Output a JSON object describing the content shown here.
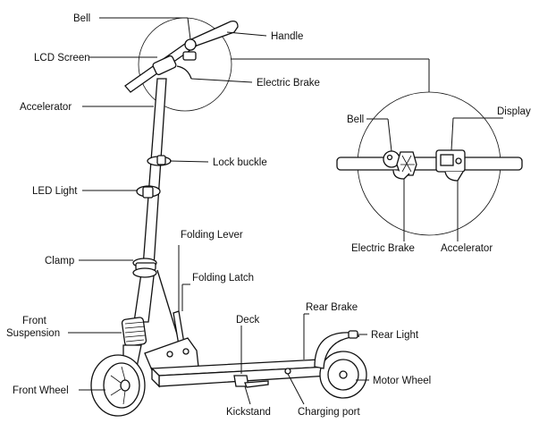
{
  "labels": {
    "bell": "Bell",
    "handle": "Handle",
    "lcd_screen": "LCD Screen",
    "electric_brake": "Electric Brake",
    "accelerator": "Accelerator",
    "lock_buckle": "Lock buckle",
    "led_light": "LED Light",
    "folding_lever": "Folding Lever",
    "clamp": "Clamp",
    "folding_latch": "Folding Latch",
    "front_suspension_1": "Front",
    "front_suspension_2": "Suspension",
    "deck": "Deck",
    "rear_brake": "Rear Brake",
    "rear_light": "Rear Light",
    "front_wheel": "Front Wheel",
    "motor_wheel": "Motor Wheel",
    "kickstand": "Kickstand",
    "charging_port": "Charging port",
    "detail_bell": "Bell",
    "detail_display": "Display",
    "detail_electric_brake": "Electric Brake",
    "detail_accelerator": "Accelerator"
  }
}
